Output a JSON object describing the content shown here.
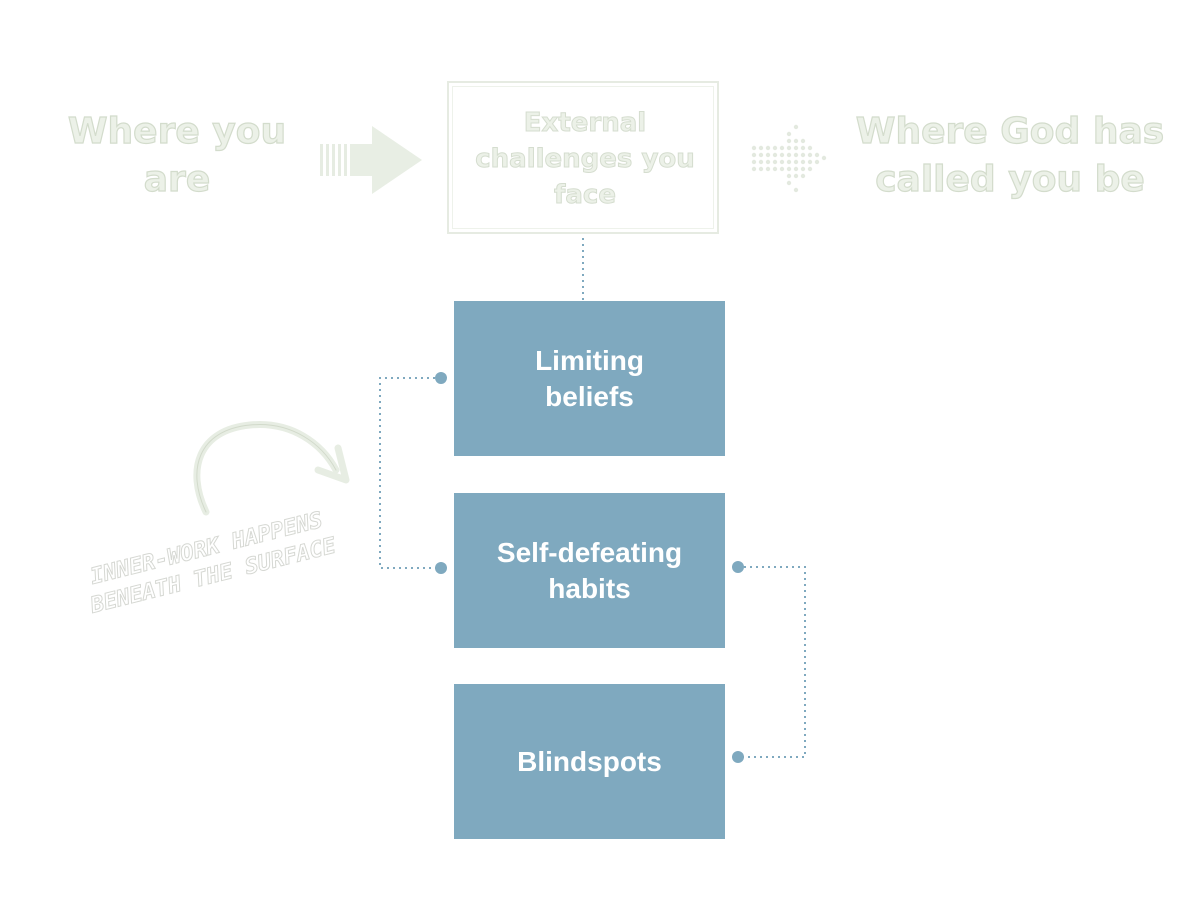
{
  "left_text": "Where you are",
  "right_text": "Where God has called you be",
  "external_box": {
    "text": "External challenges you face"
  },
  "boxes": [
    {
      "label": "Limiting beliefs"
    },
    {
      "label": "Self-defeating habits"
    },
    {
      "label": "Blindspots"
    }
  ],
  "handwritten_note": "INNER-WORK HAPPENS BENEATH THE SURFACE",
  "colors": {
    "box_fill": "#7fa9bf",
    "connector": "#7fa9bf",
    "faded_text": "#ecf1e8"
  }
}
